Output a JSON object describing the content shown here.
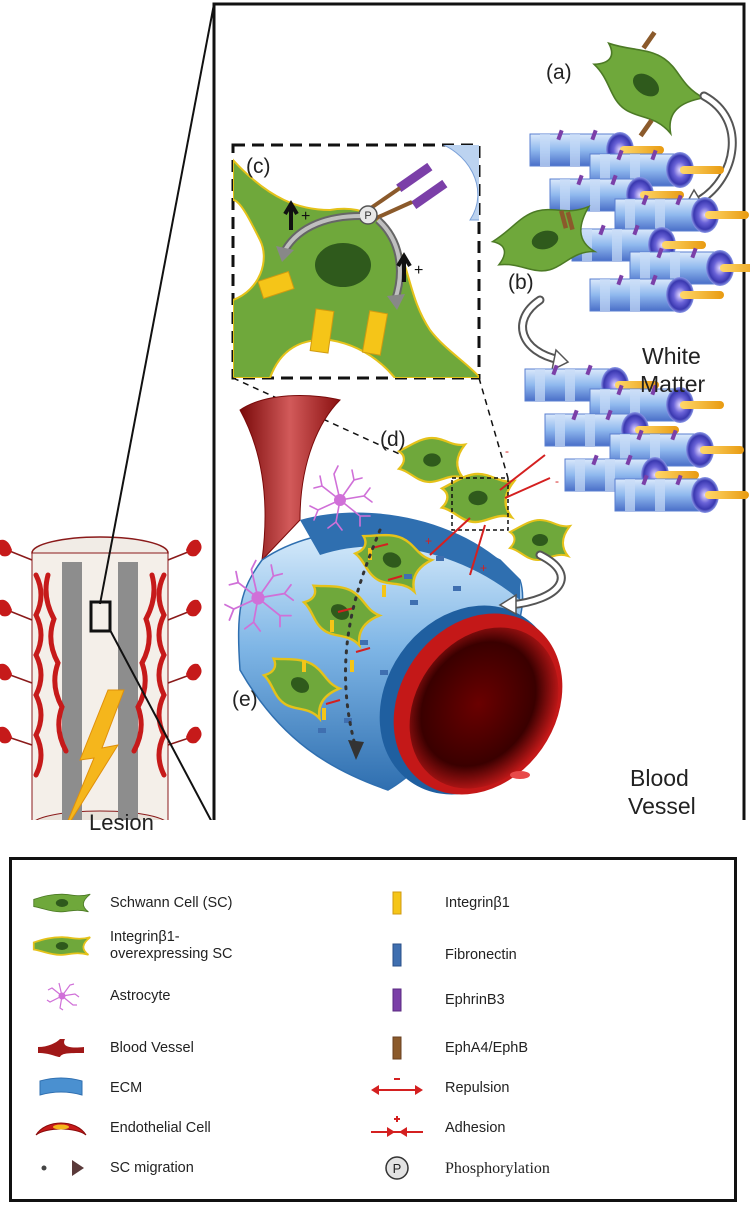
{
  "panels": {
    "a": "(a)",
    "b": "(b)",
    "c": "(c)",
    "d": "(d)",
    "e": "(e)"
  },
  "regions": {
    "white_matter_line1": "White",
    "white_matter_line2": "Matter",
    "blood_vessel_line1": "Blood",
    "blood_vessel_line2": "Vessel",
    "lesion": "Lesion"
  },
  "inset_symbols": {
    "phospho": "P",
    "plus": "+",
    "minus": "-"
  },
  "legend": {
    "left": [
      {
        "icon": "schwann-cell-icon",
        "label": "Schwann Cell (SC)"
      },
      {
        "icon": "integrin-sc-icon",
        "label": "Integrinβ1-",
        "label2": "overexpressing SC"
      },
      {
        "icon": "astrocyte-icon",
        "label": "Astrocyte"
      },
      {
        "icon": "blood-vessel-icon",
        "label": "Blood Vessel"
      },
      {
        "icon": "ecm-icon",
        "label": "ECM"
      },
      {
        "icon": "endothelial-cell-icon",
        "label": "Endothelial Cell"
      },
      {
        "icon": "sc-migration-icon",
        "label": "SC migration"
      }
    ],
    "right": [
      {
        "icon": "integrin-icon",
        "label": "Integrinβ1"
      },
      {
        "icon": "fibronectin-icon",
        "label": "Fibronectin"
      },
      {
        "icon": "ephrinb3-icon",
        "label": "EphrinB3"
      },
      {
        "icon": "epha4-icon",
        "label": "EphA4/EphB"
      },
      {
        "icon": "repulsion-icon",
        "label": "Repulsion"
      },
      {
        "icon": "adhesion-icon",
        "label": "Adhesion"
      },
      {
        "icon": "phosphorylation-icon",
        "label": "Phosphorylation"
      }
    ]
  },
  "colors": {
    "schwann_green": "#6fa83b",
    "schwann_nucleus": "#2f5a1c",
    "integrin_yellow": "#f5c518",
    "fibronectin_blue": "#3f6fb0",
    "ephrin_purple": "#7b3fa8",
    "eph_brown": "#8b5a2b",
    "vessel_red": "#b41e1e",
    "ecm_blue": "#4a90d0",
    "astrocyte_pink": "#d070d8",
    "arrow_red": "#d42020"
  }
}
